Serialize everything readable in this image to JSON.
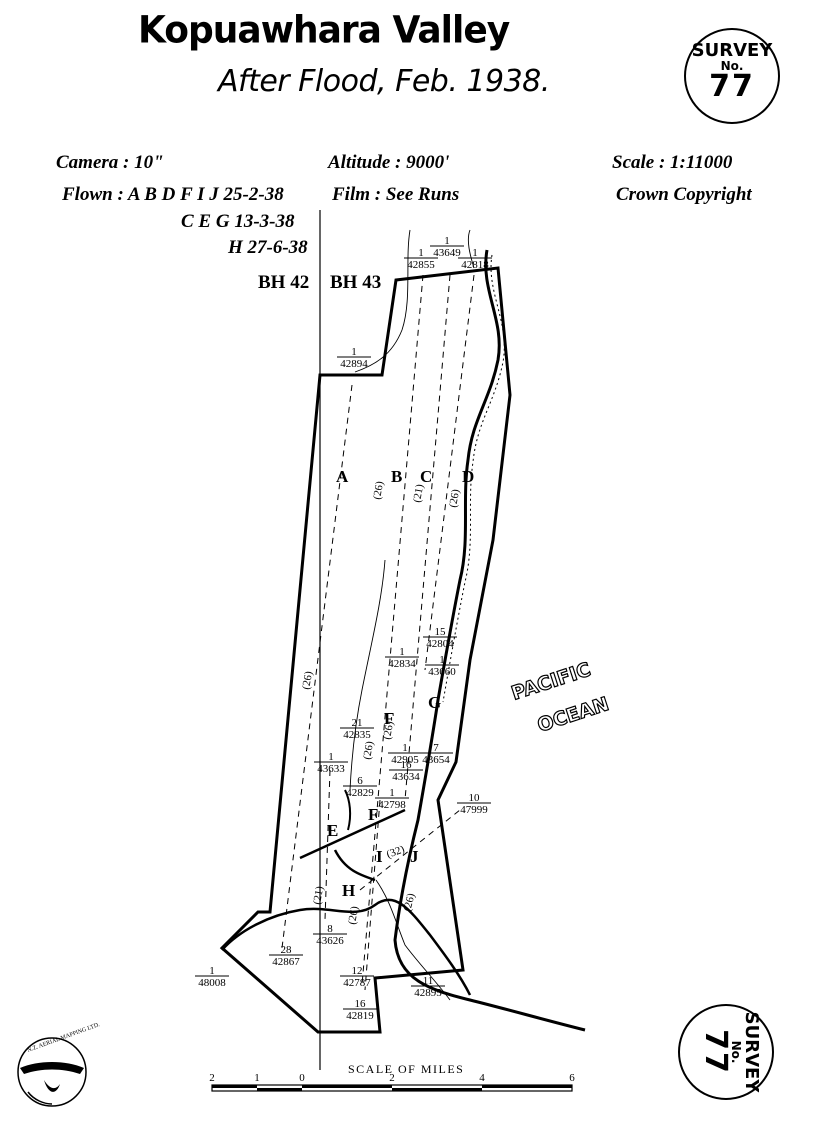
{
  "title": "Kopuawhara Valley",
  "subtitle": "After Flood, Feb. 1938.",
  "survey_badge": {
    "word": "SURVEY",
    "no": "No.",
    "number": "77"
  },
  "meta": {
    "camera": "Camera : 10\"",
    "altitude": "Altitude : 9000'",
    "scale": "Scale : 1:11000",
    "flown_1": "Flown :  A B D F I J  25-2-38",
    "film": "Film : See Runs",
    "copyright": "Crown Copyright",
    "flown_2": "C E G  13-3-38",
    "flown_3": "H  27-6-38"
  },
  "sheets": {
    "left": "BH 42",
    "right": "BH 43"
  },
  "ocean": {
    "line1": "PACIFIC",
    "line2": "OCEAN"
  },
  "runs": [
    "A",
    "B",
    "C",
    "D",
    "E",
    "F",
    "F",
    "G",
    "H",
    "I",
    "J"
  ],
  "photo_labels": [
    {
      "top": "1",
      "bottom": "42855"
    },
    {
      "top": "1",
      "bottom": "43649"
    },
    {
      "top": "1",
      "bottom": "42818"
    },
    {
      "top": "1",
      "bottom": "42894"
    },
    {
      "top": "15",
      "bottom": "42804"
    },
    {
      "top": "1",
      "bottom": "42834"
    },
    {
      "top": "1",
      "bottom": "43660"
    },
    {
      "top": "21",
      "bottom": "42835"
    },
    {
      "top": "1",
      "bottom": "42905"
    },
    {
      "top": "7",
      "bottom": "43654"
    },
    {
      "top": "1",
      "bottom": "43633"
    },
    {
      "top": "16",
      "bottom": "43634"
    },
    {
      "top": "6",
      "bottom": "42829"
    },
    {
      "top": "1",
      "bottom": "42798"
    },
    {
      "top": "10",
      "bottom": "47999"
    },
    {
      "top": "8",
      "bottom": "43626"
    },
    {
      "top": "28",
      "bottom": "42867"
    },
    {
      "top": "1",
      "bottom": "48008"
    },
    {
      "top": "12",
      "bottom": "42787"
    },
    {
      "top": "11",
      "bottom": "42895"
    },
    {
      "top": "16",
      "bottom": "42819"
    }
  ],
  "run_films": [
    "(26)",
    "(21)",
    "(26)",
    "(26)",
    "(26)",
    "(21)",
    "(26)",
    "(26)",
    "(32)",
    "(26)"
  ],
  "scale_bar": {
    "title": "SCALE OF MILES",
    "ticks": [
      "2",
      "1",
      "0",
      "2",
      "4",
      "6"
    ]
  },
  "logo": {
    "text": "N.Z. AERIAL MAPPING LTD."
  }
}
